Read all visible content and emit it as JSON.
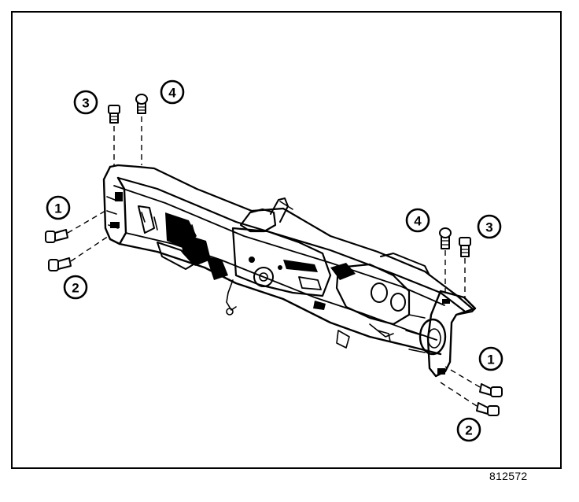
{
  "figure_number": "812572",
  "callouts": {
    "left_top_3": "3",
    "left_top_4": "4",
    "left_side_1": "1",
    "left_side_2": "2",
    "right_top_4": "4",
    "right_top_3": "3",
    "right_side_1": "1",
    "right_side_2": "2"
  },
  "colors": {
    "ink": "#000000",
    "paper": "#ffffff"
  },
  "icons": [
    "bolt-icon",
    "screw-icon",
    "callout-circle-icon"
  ]
}
